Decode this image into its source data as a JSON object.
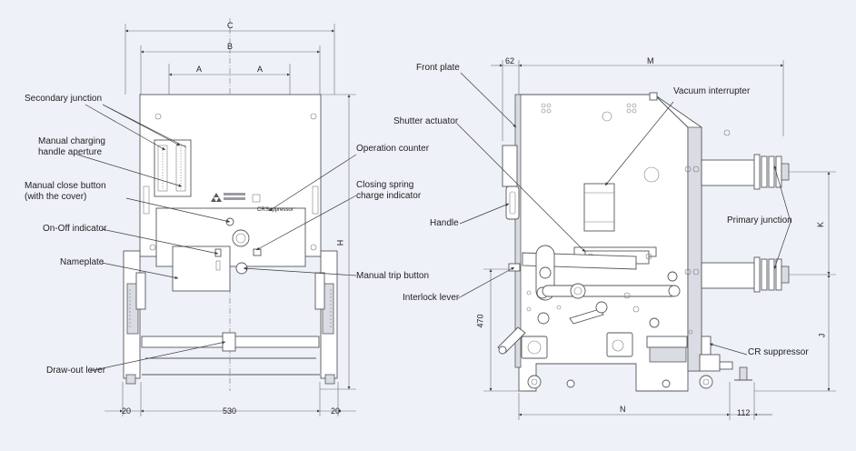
{
  "labels": {
    "secondary_junction": "Secondary    junction",
    "manual_charging_1": "Manual charging",
    "manual_charging_2": "handle aperture",
    "manual_close_1": "Manual close button",
    "manual_close_2": "(with the cover)",
    "on_off_indicator": "On-Off indicator",
    "nameplate": "Nameplate",
    "draw_out_lever": "Draw-out lever",
    "operation_counter": "Operation counter",
    "closing_spring_1": "Closing spring",
    "closing_spring_2": "charge indicator",
    "manual_trip_button": "Manual trip button",
    "front_plate": "Front plate",
    "shutter_actuator": "Shutter actuator",
    "handle": "Handle",
    "interlock_lever": "Interlock lever",
    "vacuum_interrupter": "Vacuum interrupter",
    "primary_junction": "Primary junction",
    "cr_suppressor": "CR suppressor"
  },
  "dimensions": {
    "c": "C",
    "b": "B",
    "a_left": "A",
    "a_right": "A",
    "h": "H",
    "w20_left": "20",
    "w530": "530",
    "w20_right": "20",
    "d62": "62",
    "m": "M",
    "d470": "470",
    "n": "N",
    "d112": "112",
    "k": "K",
    "j": "J"
  },
  "front_plate_text": {
    "cr": "CR",
    "suppressor": "Suppressor"
  },
  "colors": {
    "background": "#eef1f7",
    "line": "#55575c",
    "leader": "#3b3d42"
  }
}
